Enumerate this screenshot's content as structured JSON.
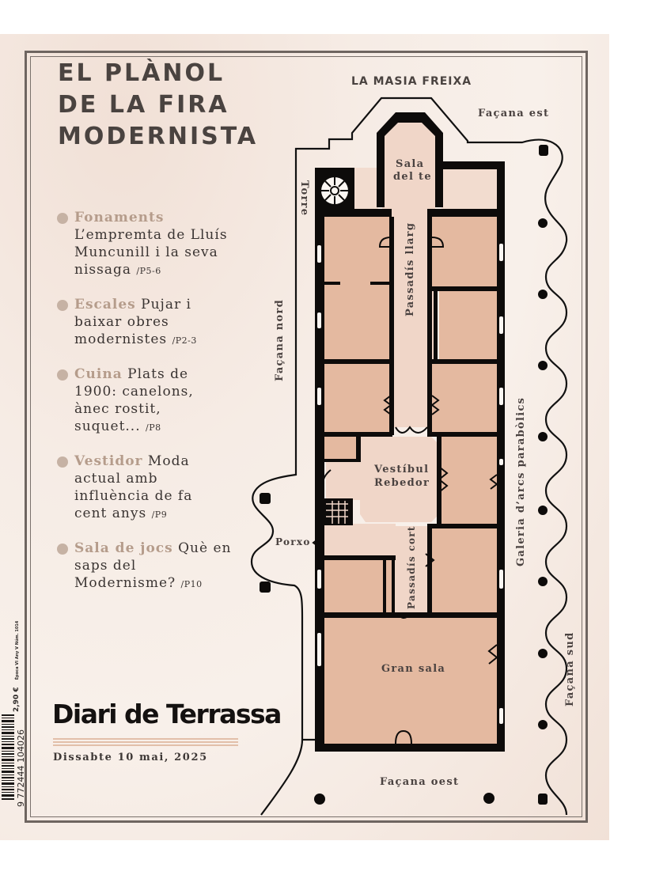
{
  "cover": {
    "title_lines": [
      "EL PLÀNOL",
      "DE LA FIRA",
      "MODERNISTA"
    ],
    "items": [
      {
        "kicker": "Fonaments",
        "text": "L’empremta de Lluís Muncunill i la seva nissaga",
        "ref": "/P5-6"
      },
      {
        "kicker": "Escales",
        "text": "Pujar i baixar obres modernistes",
        "ref": "/P2-3"
      },
      {
        "kicker": "Cuina",
        "text": "Plats de 1900: canelons, ànec rostit, suquet...",
        "ref": "/P8"
      },
      {
        "kicker": "Vestidor",
        "text": "Moda actual amb influència de fa cent anys",
        "ref": "/P9"
      },
      {
        "kicker": "Sala de jocs",
        "text": "Què en saps del Modernisme?",
        "ref": "/P10"
      }
    ],
    "masthead": "Diari de Terrassa",
    "date": "Dissabte 10 mai, 2025",
    "spine": {
      "price": "2,90 €",
      "details": "Època VI  Any V  Núm. 1014"
    },
    "barcode_number": "9 772444 104026"
  },
  "map": {
    "title": "LA MASIA FREIXA",
    "labels": {
      "facana_est": "Façana est",
      "facana_nord": "Façana nord",
      "facana_sud": "Façana sud",
      "facana_oest": "Façana oest",
      "torre": "Torre",
      "sala_te_1": "Sala",
      "sala_te_2": "del te",
      "passadis_llarg": "Passadís llarg",
      "vestibul_1": "Vestíbul",
      "vestibul_2": "Rebedor",
      "porxo": "Porxo",
      "passadis_cort": "Passadís cort",
      "galeria": "Galeria d’arcs parabòlics",
      "gran_sala": "Gran sala"
    },
    "colors": {
      "room_fill": "#e4b9a0",
      "corridor_fill": "#f0d6c8",
      "wall": "#0d0b0a",
      "paper": "#f6ece5",
      "bullet": "#c6b2a4",
      "kicker": "#b59c8b"
    }
  }
}
